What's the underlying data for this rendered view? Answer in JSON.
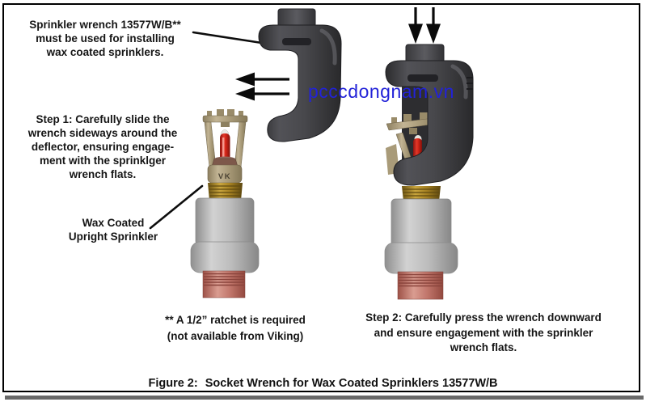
{
  "figure": {
    "watermark": "pcccdongnam.vn",
    "caption": {
      "prefix": "Figure 2:",
      "text": "Socket Wrench for Wax Coated Sprinklers 13577W/B"
    },
    "annotations": {
      "wrench_callout": "Sprinkler wrench 13577W/B**\nmust be used for installing\nwax coated sprinklers.",
      "step1": "Step 1: Carefully slide the\nwrench sideways around the\ndeflector, ensuring engage-\nment with the sprinklger\nwrench flats.",
      "sprinkler_label": "Wax Coated\nUpright Sprinkler",
      "ratchet_note": "** A 1/2” ratchet is required\n(not available from Viking)",
      "step2": "Step 2: Carefully press the wrench downward\nand ensure engagement with the sprinkler\nwrench flats."
    },
    "sprinkler_marking": "VK",
    "icons": {
      "slide_direction": "arrow-left-double",
      "press_direction": "arrow-down-double"
    },
    "colors": {
      "wrench": "#434347",
      "sprinkler_frame": "#ab9c79",
      "bulb": "#d2291b",
      "brass": "#9c7b24",
      "fitting": "#b9b9b9",
      "pipe": "#c4756b",
      "watermark": "#2222d8",
      "text": "#151515"
    }
  }
}
